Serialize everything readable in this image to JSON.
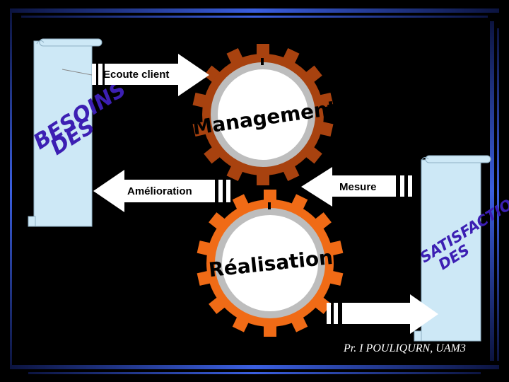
{
  "slide": {
    "left_scroll_text": [
      "BESOINS",
      "DES"
    ],
    "right_scroll_text": [
      "SATISFACTION",
      "DES"
    ],
    "arrows": {
      "ecoute": "Ecoute client",
      "amelioration": "Amélioration",
      "mesure": "Mesure"
    },
    "gears": {
      "top": "Management",
      "bottom": "Réalisation"
    },
    "credit": "Pr. I POULIQURN, UAM3"
  },
  "colors": {
    "background": "#000000",
    "gear_top": "#a8420f",
    "gear_bottom": "#f06b16",
    "ring_gray": "#bdbdbd",
    "scroll_fill": "#cde8f6",
    "lettering": "#3c1fb3",
    "frame_blue": "#2f4fd0"
  }
}
